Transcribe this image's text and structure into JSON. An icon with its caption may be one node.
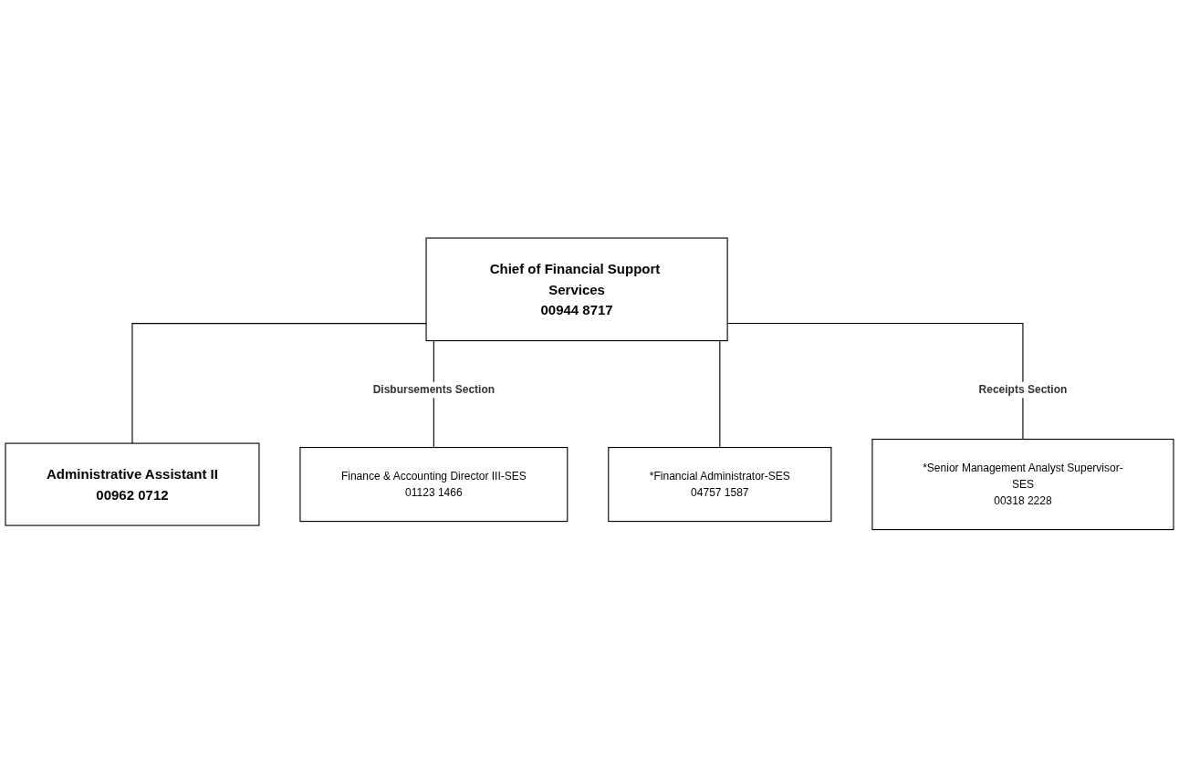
{
  "diagram": {
    "nodes": [
      {
        "text": [
          "Chief of Financial Support Services",
          "00944 8717"
        ]
      },
      {
        "text": [
          "Administrative Assistant II",
          "00962 0712"
        ]
      },
      {
        "text": [
          "Finance & Accounting Director III-SES",
          "01123 1466"
        ]
      },
      {
        "text": [
          "*Financial Administrator-SES",
          "04757 1587"
        ]
      },
      {
        "text": [
          "*Senior Management Analyst Supervisor-SES",
          "00318 2228"
        ]
      }
    ],
    "edges": [
      {
        "from": 0,
        "to": 1,
        "arrow": "none"
      },
      {
        "from": 0,
        "to": 2,
        "arrow": "none",
        "label": "Disbursements Section"
      },
      {
        "from": 0,
        "to": 3,
        "arrow": "none"
      },
      {
        "from": 0,
        "to": 4,
        "arrow": "none",
        "label": "Receipts Section"
      }
    ]
  }
}
